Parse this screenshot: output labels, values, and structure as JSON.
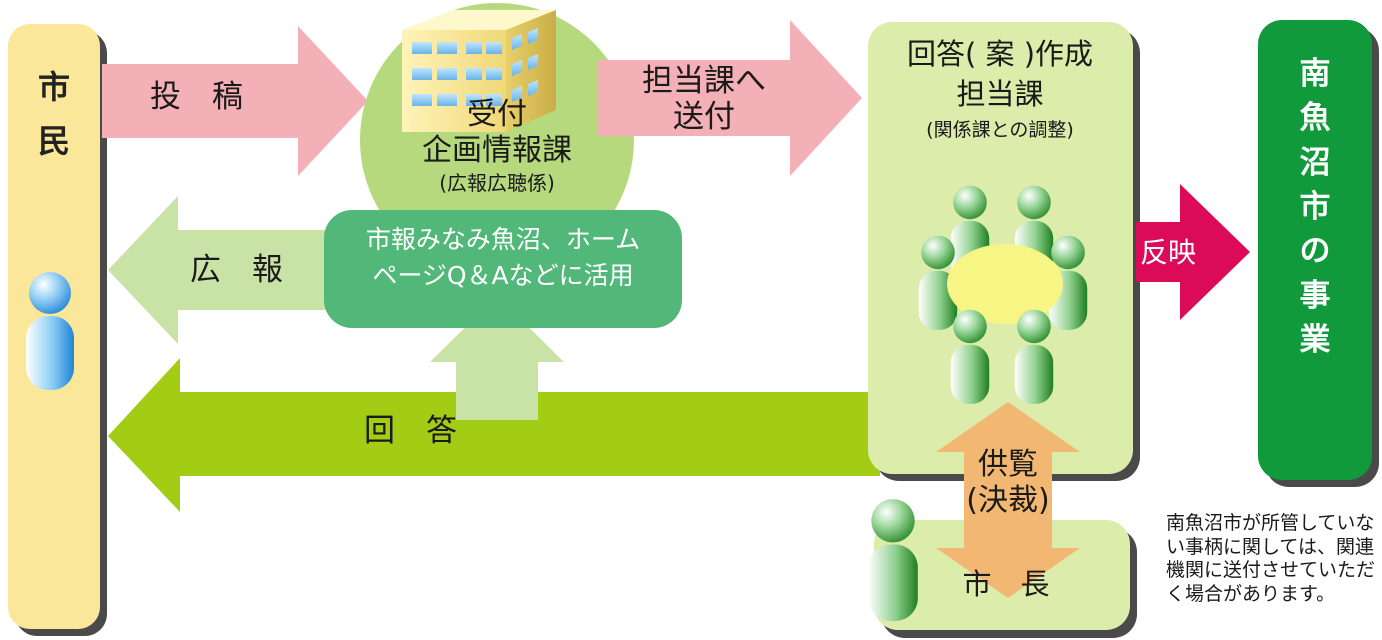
{
  "citizen": {
    "chars": [
      "市",
      "民"
    ]
  },
  "city_business": {
    "chars": [
      "南",
      "魚",
      "沼",
      "市",
      "の",
      "事",
      "業"
    ]
  },
  "flows": {
    "post": "投　稿",
    "send_line1": "担当課へ",
    "send_line2": "送付",
    "koho": "広　報",
    "answer": "回　答",
    "reflect": "反映",
    "kyoran_line1": "供覧",
    "kyoran_line2": "(決裁)"
  },
  "reception": {
    "line1": "受付",
    "line2": "企画情報課",
    "line3": "(広報広聴係)"
  },
  "publication": {
    "line1": "市報みなみ魚沼、ホーム",
    "line2": "ページQ＆Aなどに活用"
  },
  "answer_dept": {
    "line1": "回答( 案 )作成",
    "line2": "担当課",
    "line3": "(関係課との調整)"
  },
  "mayor": {
    "label": "市　長"
  },
  "note": "南魚沼市が所管していない事柄に関しては、関連機関に送付させていただく場合があります。",
  "colors": {
    "citizen_bar": "#fbe79a",
    "post_arrow": "#f3b0b7",
    "reception_circle": "#b7d97e",
    "koho_arrow": "#c9e2a6",
    "publication_box": "#52b87a",
    "answer_arrow": "#a3cc14",
    "answer_dept_box": "#dcecaa",
    "reflect_arrow": "#dc0b58",
    "city_box": "#119a3c",
    "kyoran_arrow": "#f2b873",
    "mayor_box": "#dcecaa",
    "person_green": "#3a9a3a",
    "person_blue": "#3aa0e6",
    "table": "#f7f584"
  },
  "icons": [
    "person-icon",
    "building-icon",
    "meeting-table-icon"
  ]
}
